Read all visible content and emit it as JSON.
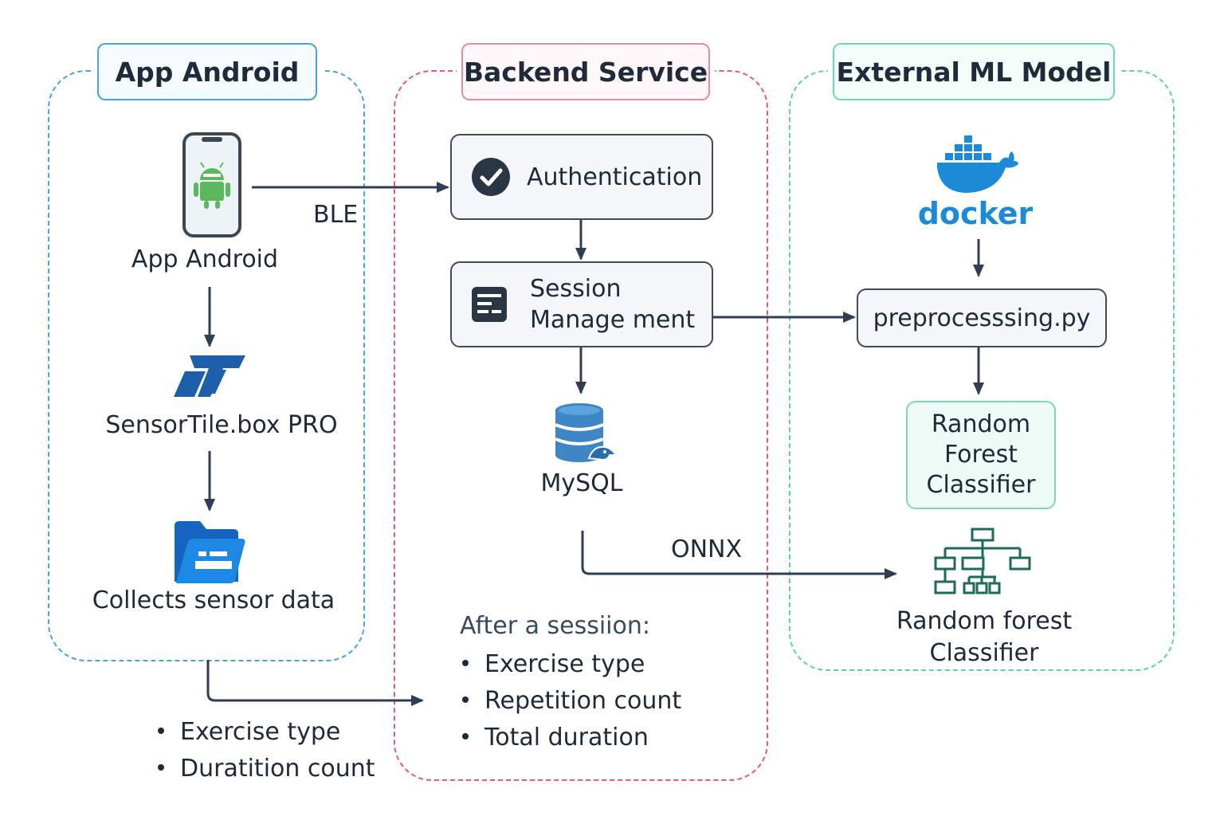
{
  "lanes": {
    "android": {
      "title": "App Android",
      "color": "#4aa3df"
    },
    "backend": {
      "title": "Backend Service",
      "color": "#e05c7a"
    },
    "ml": {
      "title": "External ML Model",
      "color": "#5fd0a6"
    }
  },
  "android": {
    "phone_label": "App Android",
    "phone_icon": "android-phone-icon",
    "sensor_label": "SensorTile.box PRO",
    "sensor_icon": "st-logo-icon",
    "collect_label": "Collects sensor data",
    "collect_icon": "folder-icon"
  },
  "edges": {
    "ble": "BLE",
    "onnx": "ONNX"
  },
  "backend": {
    "auth_label": "Authentication",
    "auth_icon": "check-circle-icon",
    "session_line1": "Session",
    "session_line2": "Manage ment",
    "session_icon": "document-icon",
    "db_label": "MySQL",
    "db_icon": "database-icon",
    "after_title": "After a sessiion:",
    "after_items": [
      "Exercise type",
      "Repetition count",
      "Total duration"
    ]
  },
  "android_output_items": [
    "Exercise type",
    "Duratition count"
  ],
  "ml": {
    "docker_label": "docker",
    "docker_icon": "docker-whale-icon",
    "preprocess_label": "preprocesssing.py",
    "rf_line1": "Random",
    "rf_line2": "Forest",
    "rf_line3": "Classifier",
    "tree_icon": "decision-tree-icon",
    "tree_line1": "Random forest",
    "tree_line2": "Classifier"
  },
  "colors": {
    "text": "#1e2a3a",
    "arrow": "#2f3e52",
    "android_green": "#5cb85c",
    "st_blue": "#1d5fa8",
    "docker_blue": "#1d8ad8",
    "db_blue": "#3f86c6",
    "tree_green": "#1e6b57"
  }
}
